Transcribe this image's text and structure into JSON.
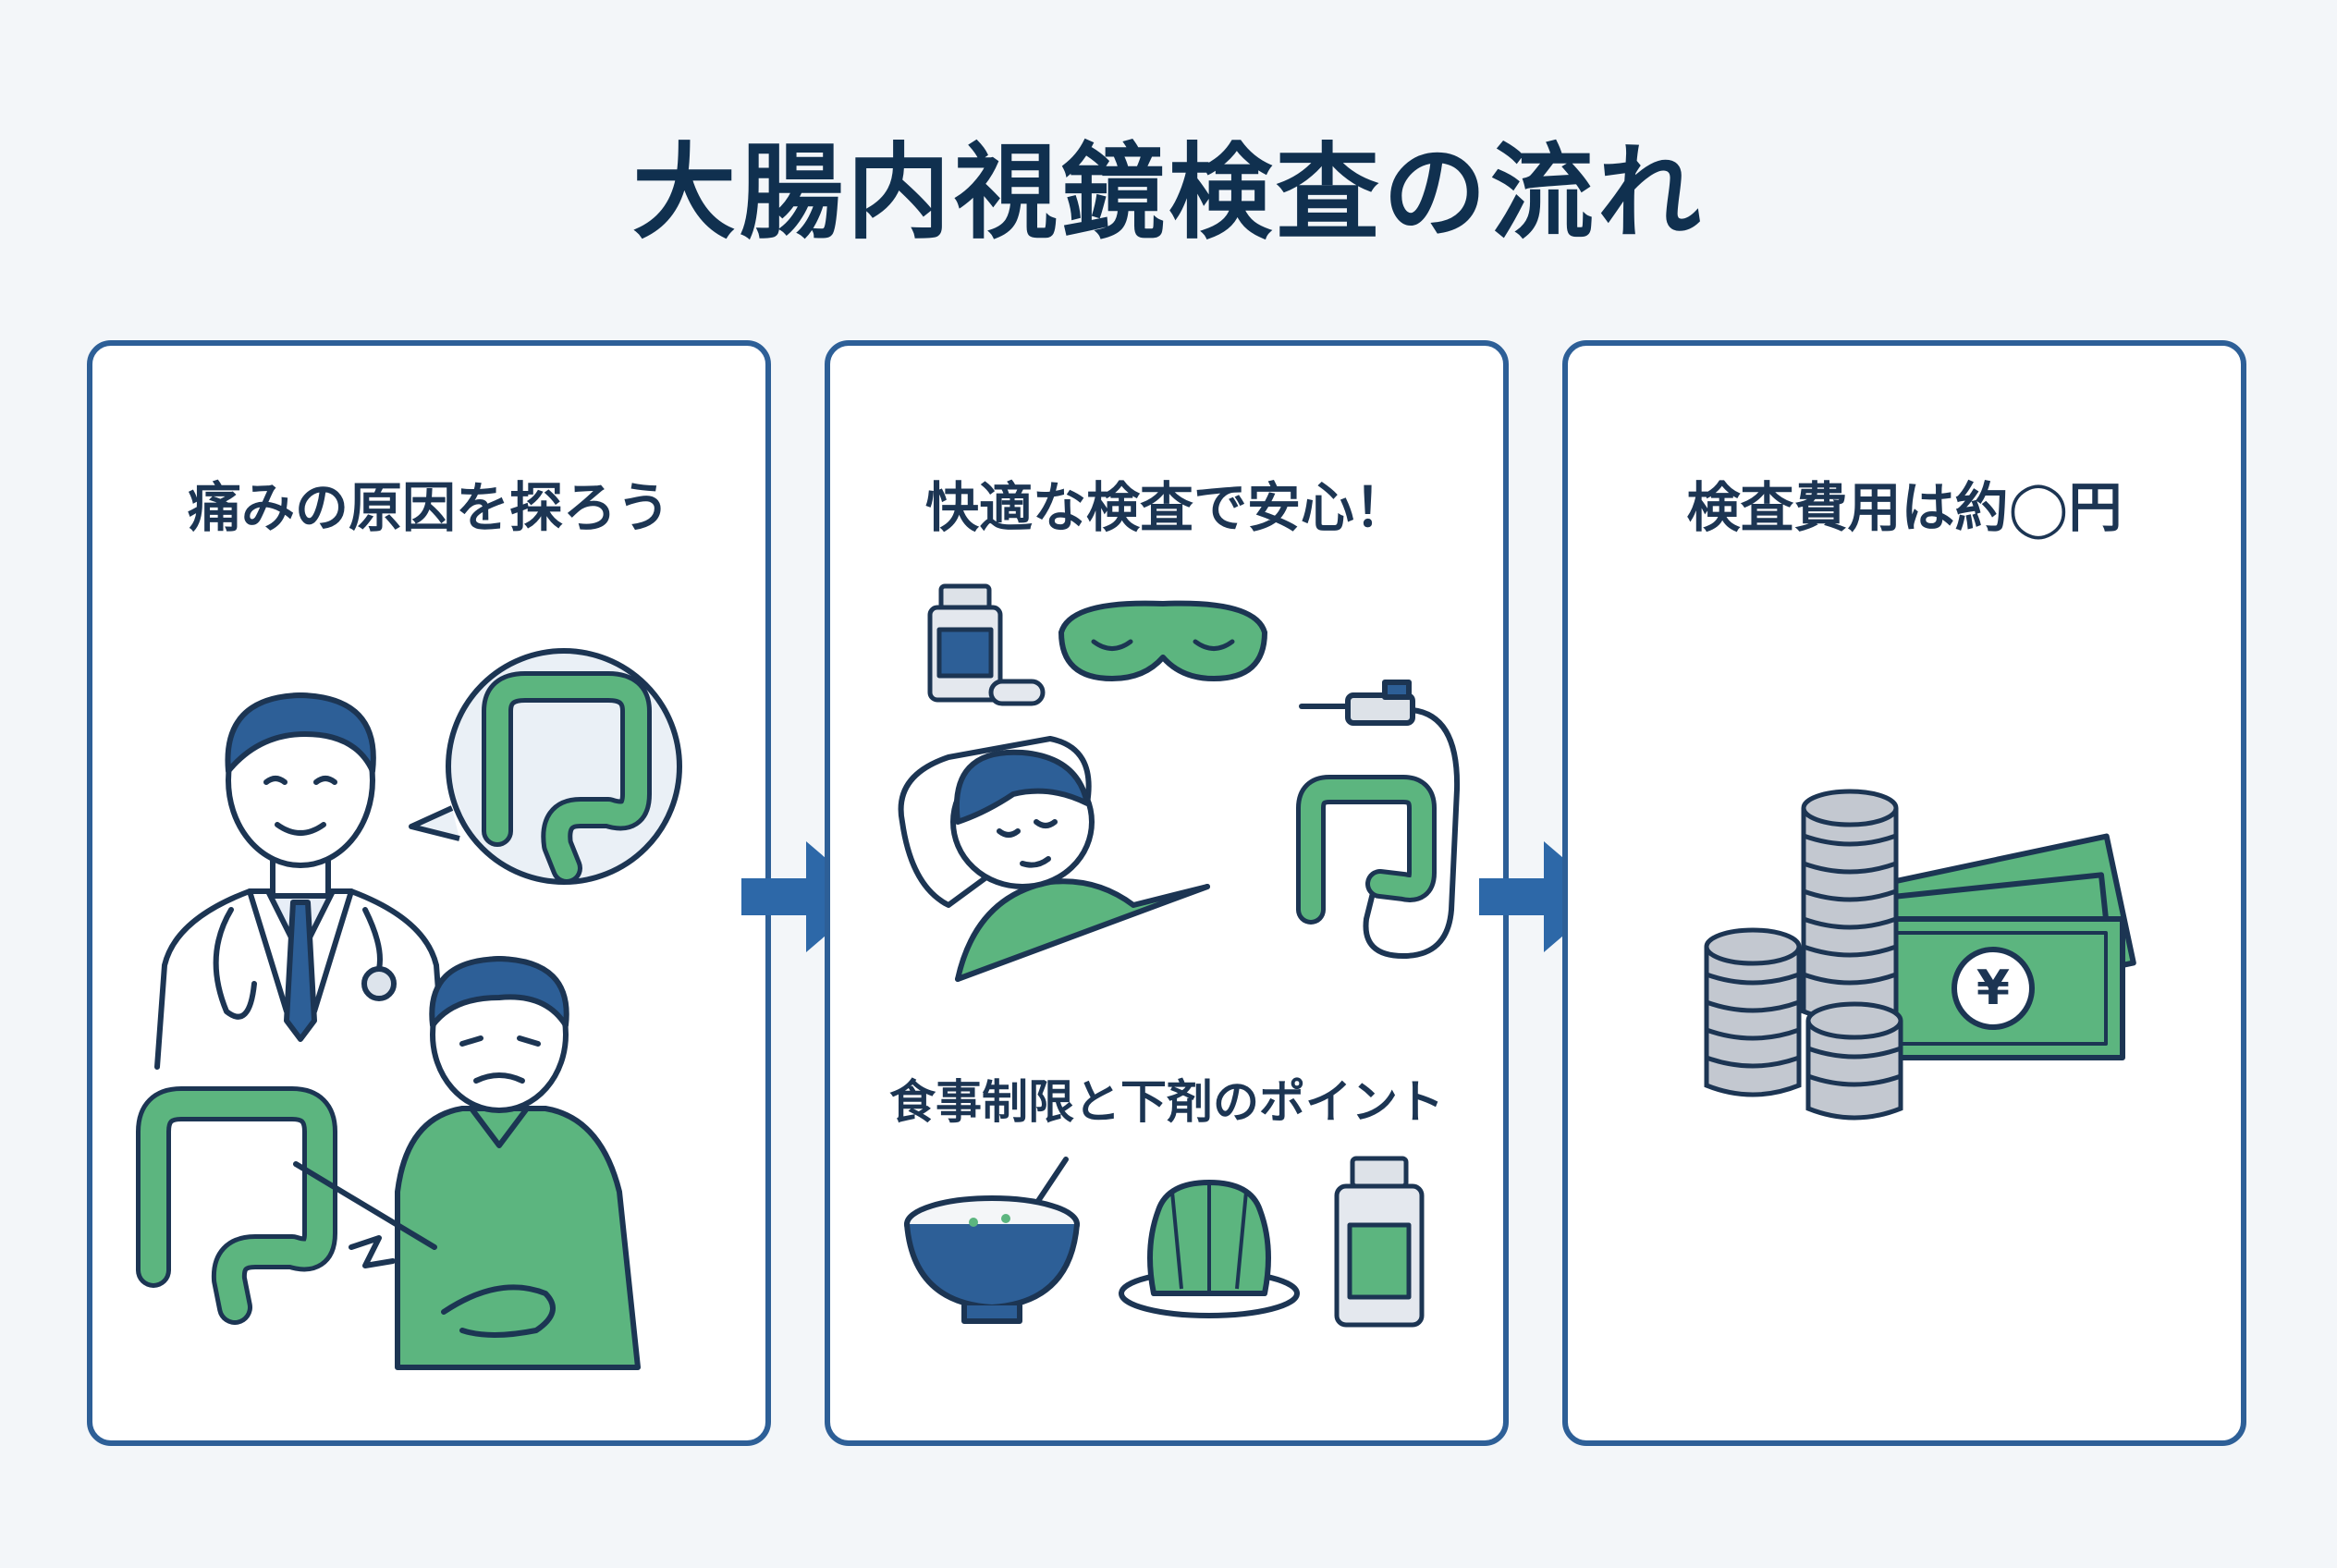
{
  "title": "大腸内視鏡検査の流れ",
  "colors": {
    "navy": "#1c3553",
    "blue": "#2d5f97",
    "green": "#5cb57f",
    "gray": "#c3c8d0"
  },
  "steps": [
    {
      "heading": "痛みの原因を探ろう",
      "icons": [
        "doctor-icon",
        "colon-icon",
        "stomachache-patient-icon"
      ]
    },
    {
      "heading": "快適な検査で安心！",
      "subheading": "食事制限と下剤のポイント",
      "icons": [
        "medicine-bottle-icon",
        "sleep-mask-icon",
        "sleeping-patient-icon",
        "endoscope-icon",
        "rice-porridge-icon",
        "jelly-icon"
      ]
    },
    {
      "heading": "検査費用は約◯円",
      "icons": [
        "coin-stack-icon",
        "banknote-icon"
      ],
      "currency_symbol": "¥"
    }
  ]
}
